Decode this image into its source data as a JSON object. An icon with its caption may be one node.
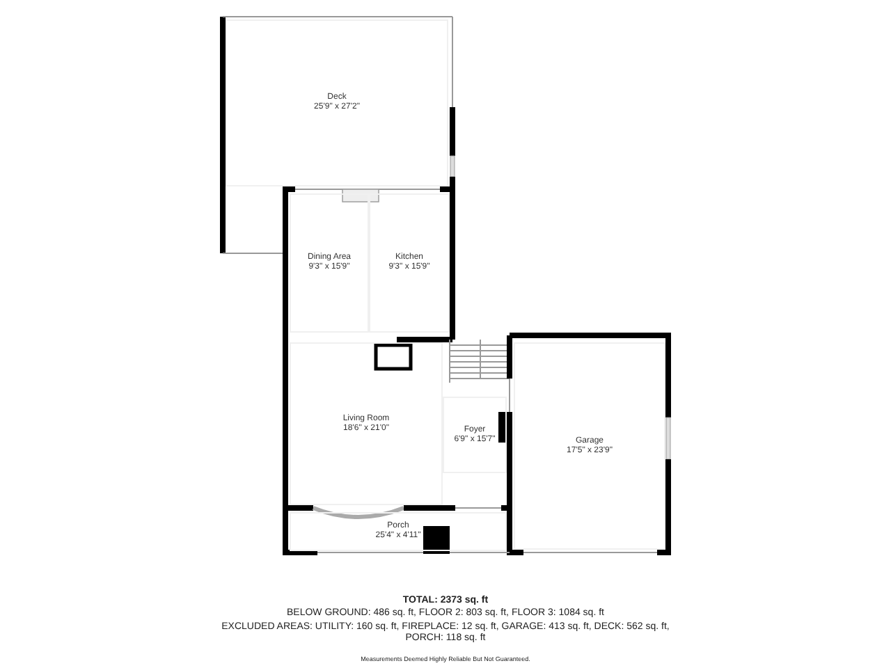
{
  "diagram": {
    "nodes": [
      {
        "text": [
          "Deck",
          "25'9\" x 27'2\""
        ]
      },
      {
        "text": [
          "Dining Area",
          "9'3\" x 15'9\""
        ]
      },
      {
        "text": [
          "Kitchen",
          "9'3\" x 15'9\""
        ]
      },
      {
        "text": [
          "Living Room",
          "18'6\" x 21'0\""
        ]
      },
      {
        "text": [
          "Foyer",
          "6'9\" x 15'7\""
        ]
      },
      {
        "text": [
          "Garage",
          "17'5\" x 23'9\""
        ]
      },
      {
        "text": [
          "Porch",
          "25'4\" x 4'11\""
        ]
      }
    ],
    "labels": [
      "TOTAL: 2373 sq. ft",
      "BELOW GROUND: 486 sq. ft, FLOOR 2: 803 sq. ft, FLOOR 3: 1084 sq. ft",
      "EXCLUDED AREAS: UTILITY: 160 sq. ft, FIREPLACE: 12 sq. ft, GARAGE: 413 sq. ft, DECK: 562 sq. ft, PORCH: 118 sq. ft",
      "Measurements Deemed Highly Reliable But Not Guaranteed."
    ]
  }
}
